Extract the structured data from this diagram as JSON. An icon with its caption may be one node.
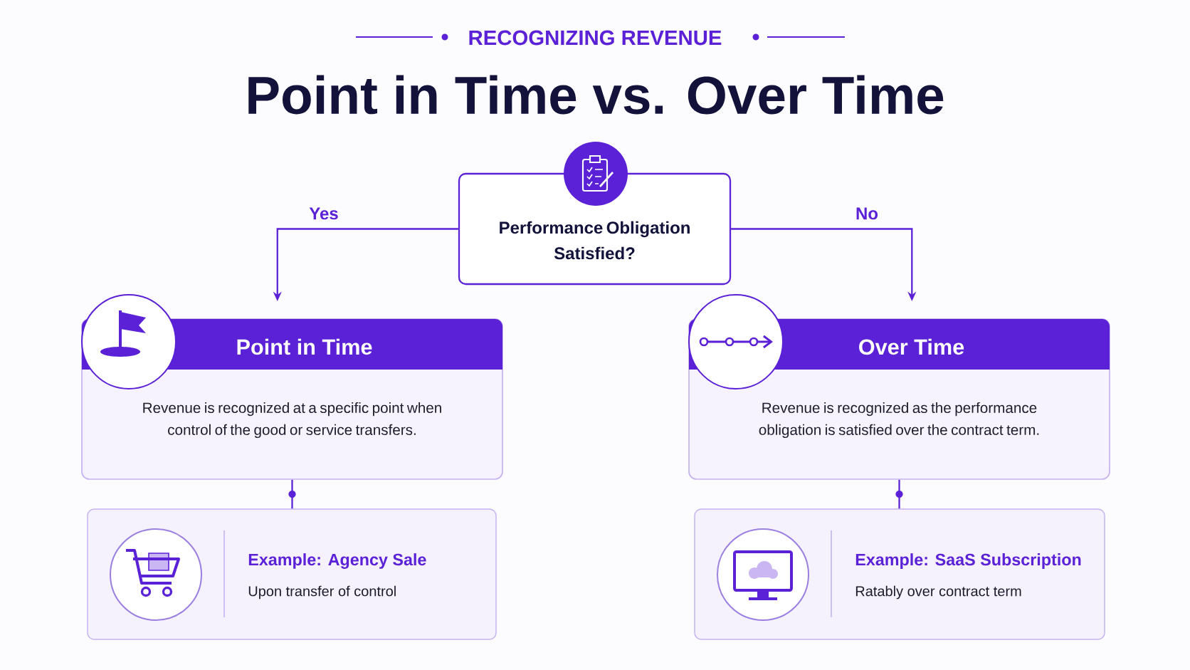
{
  "diagram": {
    "title": "Point in Time vs. Over Time",
    "nodes": [
      {
        "text": [
          "Performance Obligation Satisfied?"
        ]
      },
      {
        "text": [
          "Point in Time",
          "Revenue is recognized at a specific point when control of the good or service transfers."
        ]
      },
      {
        "text": [
          "Over Time",
          "Revenue is recognized as the performance obligation is satisfied over the contract term."
        ]
      },
      {
        "text": [
          "Example: Agency Sale",
          "Upon transfer of control"
        ]
      },
      {
        "text": [
          "Example: SaaS Subscription",
          "Ratably over contract term"
        ]
      }
    ],
    "edges": [
      {
        "from": 0,
        "to": 1,
        "arrow": "to",
        "label": "Yes"
      },
      {
        "from": 0,
        "to": 2,
        "arrow": "to",
        "label": "No"
      },
      {
        "from": 1,
        "to": 3,
        "arrow": "none"
      },
      {
        "from": 2,
        "to": 4,
        "arrow": "none"
      }
    ],
    "labels": [
      "RECOGNIZING REVENUE"
    ]
  }
}
